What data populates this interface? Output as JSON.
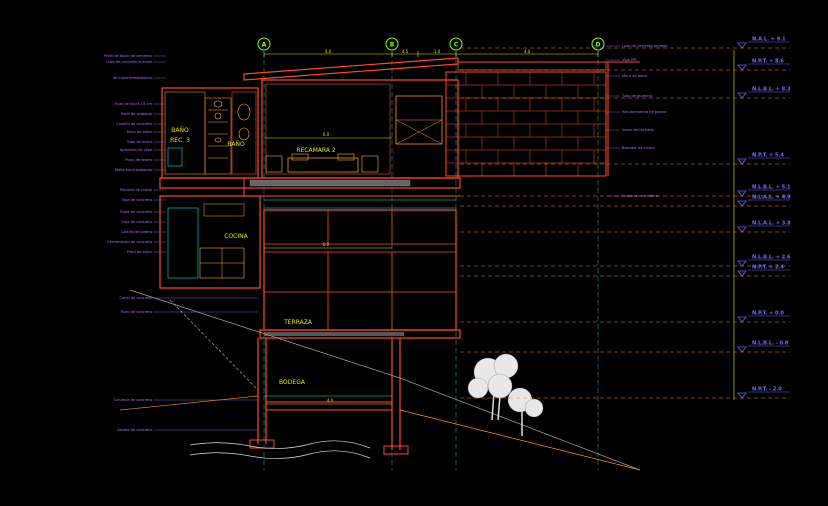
{
  "rooms": {
    "bano": "BAÑO",
    "rec": "REC. 3",
    "bano2": "BAÑO",
    "recamara2": "RECAMARA 2",
    "cocina": "COCINA",
    "terraza": "TERRAZA",
    "bodega": "BODEGA"
  },
  "axes": [
    "A",
    "B",
    "C",
    "D"
  ],
  "dimensions": {
    "top1": "4.0",
    "top2": "4.5",
    "top3": "1.0",
    "top4": "4.0",
    "mid": "6.0",
    "lower": "6.0",
    "bottom": "4.0"
  },
  "levels": [
    "N.A.L. + 9.1",
    "N.P.T. + 8.6",
    "N.L.B.L. + 8.3",
    "N.P.T. + 5.4",
    "N.L.B.L. + 5.1",
    "N.L.A.L. + 4.9",
    "N.L.A.L. + 3.8",
    "N.L.B.L. + 2.6",
    "N.P.T. + 2.4",
    "N.P.T. + 0.0",
    "N.L.B.L. - 0.8",
    "N.P.T. - 2.0"
  ],
  "notes_left": [
    "Pretil de block de cemento",
    "Losa de concreto armado",
    "de impermeabilizante",
    "Muro de block 15 cm",
    "Pretil de acabado",
    "Castillo de concreto",
    "Muro de block",
    "Tubo de acero",
    "Aplanado de yeso",
    "Pisos de loseta",
    "Malla electrosoldada",
    "Pantalla de cristal",
    "Viga de concreto",
    "Trabe de concreto",
    "Ceja de concreto",
    "Castillo de piedra",
    "Cerramiento de concreto",
    "Pretil de block",
    "Canal de concreto",
    "Muro de concreto",
    "Columna de concreto",
    "Zapata de concreto"
  ],
  "notes_right": [
    "Losa de concreto armado",
    "Viga IPR",
    "Muro de block",
    "Tubo de aluminio",
    "Recubrimiento de piedra",
    "Sierra de fachada",
    "Bastidor de cristal",
    "Cubierta de madera"
  ],
  "colors": {
    "background": "#000000",
    "axis": "#7aff2a",
    "dimension": "#e6e600",
    "label": "#b06cff",
    "wall": "#ff4a2a",
    "glass": "#00e5e5",
    "level": "#6a5cff"
  }
}
